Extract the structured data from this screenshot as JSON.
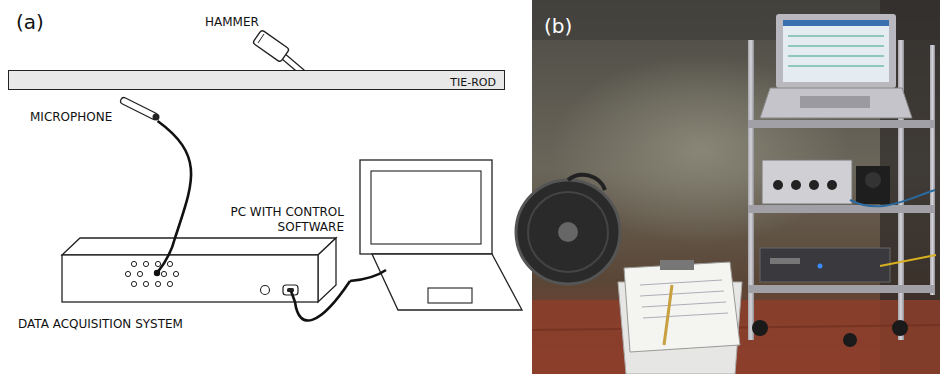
{
  "diagram": {
    "nodes": [
      {
        "text": [
          "TIE-ROD"
        ]
      },
      {
        "text": [
          "MICROPHONE"
        ]
      },
      {
        "text": [
          "DATA ACQUISITION SYSTEM"
        ]
      },
      {
        "text": [
          "PC WITH CONTROL SOFTWARE"
        ]
      }
    ],
    "edges": [
      {
        "from": 1,
        "to": 2,
        "arrow": "none"
      },
      {
        "from": 2,
        "to": 3,
        "arrow": "none"
      }
    ],
    "labels": [
      "(a)",
      "HAMMER",
      "(b)"
    ]
  }
}
